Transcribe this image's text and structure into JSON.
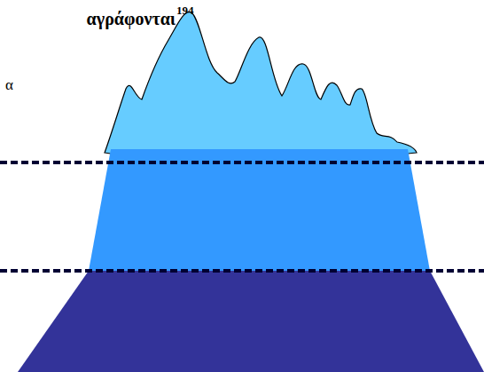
{
  "diagram": {
    "labels": [
      "αγράφονται",
      "194",
      "α"
    ]
  }
}
